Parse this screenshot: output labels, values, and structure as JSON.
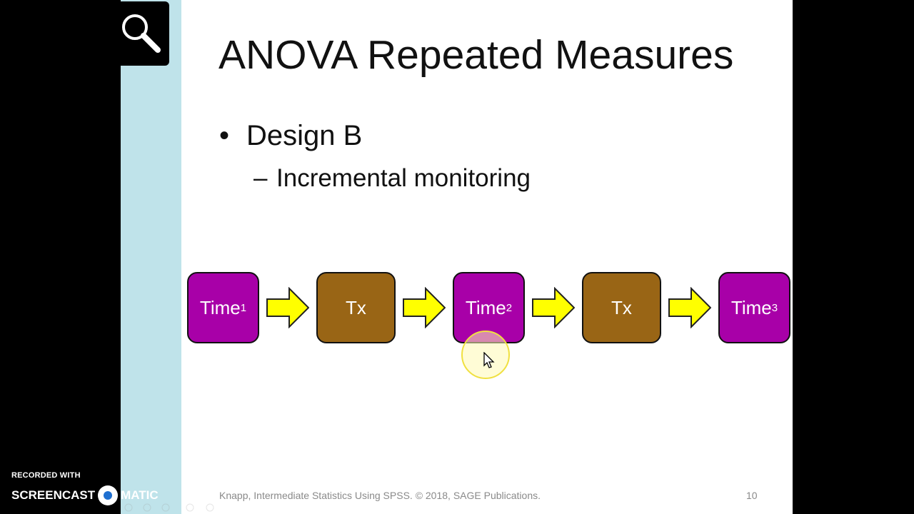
{
  "slide": {
    "title": "ANOVA Repeated Measures",
    "bullet": "Design B",
    "bullet_marker": "•",
    "sub_bullet": "Incremental monitoring",
    "sub_marker": "–",
    "footer": "Knapp, Intermediate Statistics Using SPSS. © 2018, SAGE Publications.",
    "page_number": "10"
  },
  "diagram": {
    "time1": {
      "label": "Time",
      "subscript": "1"
    },
    "tx1": {
      "label": "Tx"
    },
    "time2": {
      "label": "Time",
      "subscript": "2"
    },
    "tx2": {
      "label": "Tx"
    },
    "time3": {
      "label": "Time",
      "subscript": "3"
    }
  },
  "colors": {
    "time_box": "#a800a8",
    "tx_box": "#996515",
    "arrow": "#ffff00",
    "side_band": "#bfe3ea"
  },
  "watermark": {
    "line1": "RECORDED WITH",
    "line2_left": "SCREENCAST",
    "line2_right": "MATIC"
  },
  "icons": {
    "zoom": "magnifier-icon",
    "cursor": "mouse-pointer-icon"
  }
}
